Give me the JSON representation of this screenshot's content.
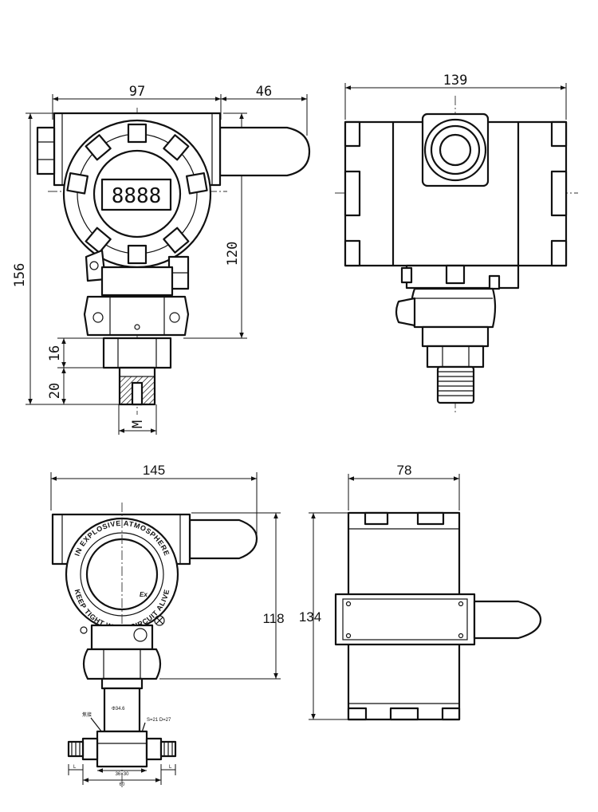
{
  "dimensions": {
    "front_width": "97",
    "front_antenna": "46",
    "front_height_total": "156",
    "front_height_body": "120",
    "front_hex": "16",
    "front_thread": "20",
    "front_thread_label": "M",
    "side_width": "139",
    "bottom_left_width": "145",
    "bottom_left_height": "118",
    "bottom_right_width": "78",
    "bottom_right_height": "134"
  },
  "display": {
    "digits": "8888"
  },
  "cover_text": {
    "upper_arc": "IN EXPLOSIVE ATMOSPHERE",
    "lower_arc": "KEEP TIGHT WHEN CIRCUIT ALIVE",
    "ex_mark": "Ex"
  },
  "small_labels": {
    "fitting_note": "焦接",
    "pipe_diameter": "Φ34.6",
    "hex_spec": "S=21 D=27",
    "flange_size": "36×30",
    "base_width": "60",
    "thread_left": "L",
    "thread_right": "L"
  }
}
